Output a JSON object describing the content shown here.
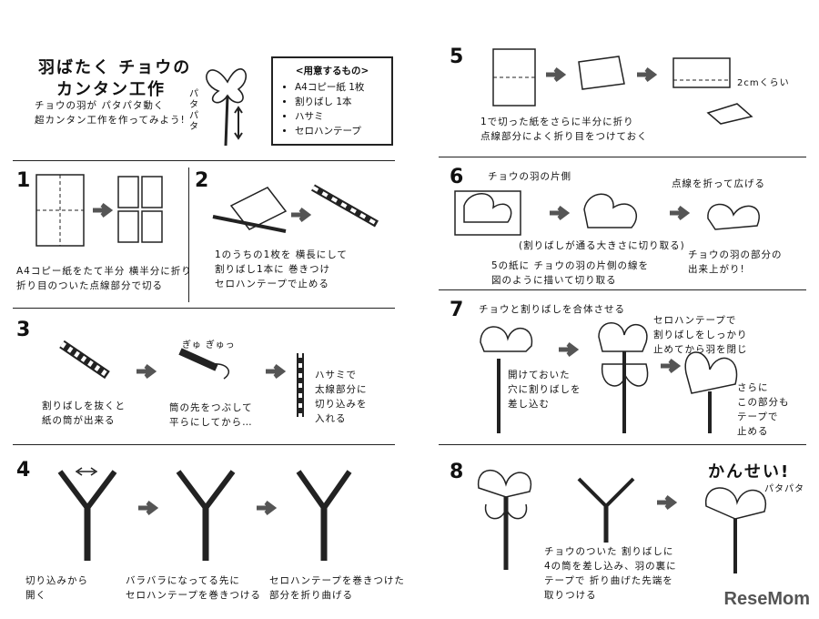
{
  "title": {
    "line1": "羽ばたく チョウの",
    "line2": "カンタン工作",
    "intro": "チョウの羽が パタパタ動く\n超カンタン工作を作ってみよう!",
    "sfx": "パタパタ"
  },
  "materials": {
    "title": "<用意するもの>",
    "items": [
      "A4コピー紙 1枚",
      "割りばし 1本",
      "ハサミ",
      "セロハンテープ"
    ]
  },
  "steps": [
    {
      "num": "1",
      "text": "A4コピー紙をたて半分 横半分に折り\n折り目のついた点線部分で切る"
    },
    {
      "num": "2",
      "text": "1のうちの1枚を 横長にして\n割りばし1本に 巻きつけ\nセロハンテープで止める"
    },
    {
      "num": "3",
      "text_a": "割りばしを抜くと\n紙の筒が出来る",
      "text_b": "筒の先をつぶして\n平らにしてから…",
      "text_c": "ハサミで\n太線部分に\n切り込みを\n入れる",
      "sfx": "ぎゅ ぎゅっ"
    },
    {
      "num": "4",
      "text_a": "切り込みから\n開く",
      "text_b": "バラバラになってる先に\nセロハンテープを巻きつける",
      "text_c": "セロハンテープを巻きつけた\n部分を折り曲げる"
    },
    {
      "num": "5",
      "text": "1で切った紙をさらに半分に折り\n点線部分によく折り目をつけておく",
      "measure": "2cmくらい"
    },
    {
      "num": "6",
      "label": "チョウの羽の片側",
      "text_a": "(割りばしが通る大きさに切り取る)",
      "text_b": "5の紙に チョウの羽の片側の線を\n図のように描いて切り取る",
      "text_c": "点線を折って広げる",
      "text_d": "チョウの羽の部分の\n出来上がり!"
    },
    {
      "num": "7",
      "heading": "チョウと割りばしを合体させる",
      "text_a": "開けておいた\n穴に割りばしを\n差し込む",
      "text_b": "セロハンテープで\n割りばしをしっかり\n止めてから羽を閉じ",
      "text_c": "さらに\nこの部分も\nテープで\n止める"
    },
    {
      "num": "8",
      "text": "チョウのついた 割りばしに\n4の筒を差し込み、羽の裏に\nテープで 折り曲げた先端を\n取りつける",
      "done": "かんせい!",
      "sfx": "パタパタ"
    }
  ],
  "watermark": "ReseMom"
}
